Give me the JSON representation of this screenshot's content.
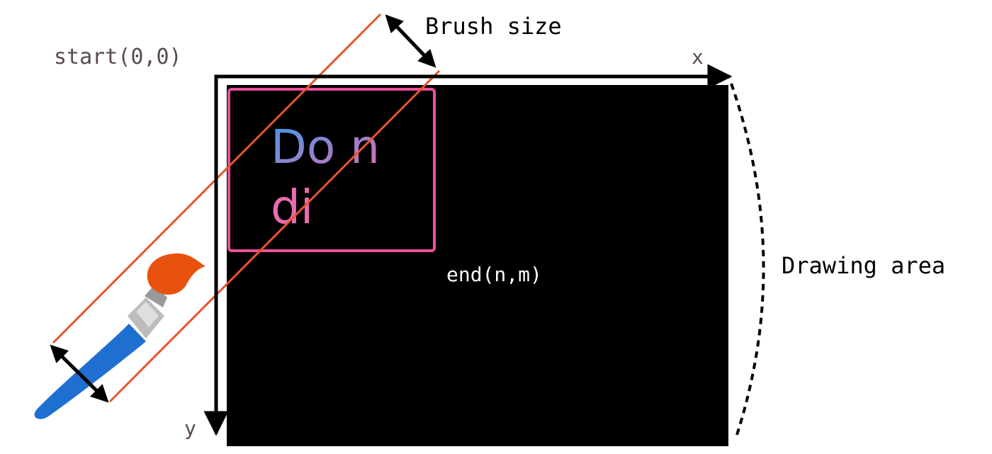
{
  "labels": {
    "start": "start(0,0)",
    "end": "end(n,m)",
    "x_axis": "x",
    "y_axis": "y",
    "brush_size": "Brush size",
    "drawing_area": "Drawing area"
  },
  "stroke_text": {
    "line1": "Do n",
    "line2": "di"
  },
  "colors": {
    "canvas": "#000000",
    "axis": "#000000",
    "brush_stroke": "#e8542a",
    "selection_box": "#ec4f9a",
    "text_gradient_start": "#3a9be8",
    "text_gradient_end": "#e86bb0",
    "brush_handle": "#1f6fd1",
    "brush_ferrule": "#bcbcbc",
    "brush_tip": "#e8520f",
    "label_gray": "#5a4a50",
    "label_white": "#ffffff"
  },
  "icons": {
    "brush": "paint-brush-icon"
  }
}
